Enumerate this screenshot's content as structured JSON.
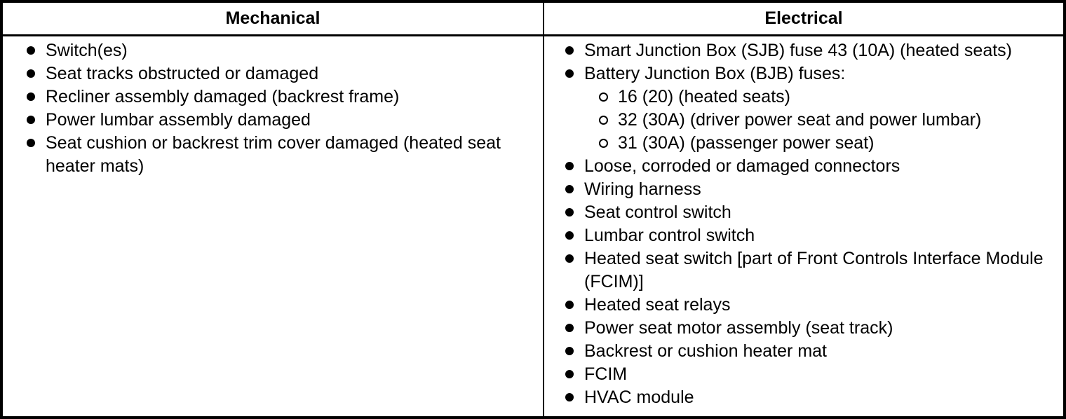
{
  "table": {
    "columns": [
      {
        "header": "Mechanical",
        "items": [
          {
            "text": "Switch(es)"
          },
          {
            "text": "Seat tracks obstructed or damaged"
          },
          {
            "text": "Recliner assembly damaged (backrest frame)"
          },
          {
            "text": "Power lumbar assembly damaged"
          },
          {
            "text": "Seat cushion or backrest trim cover damaged (heated seat heater mats)"
          }
        ]
      },
      {
        "header": "Electrical",
        "items": [
          {
            "text": "Smart Junction Box (SJB) fuse 43 (10A) (heated seats)"
          },
          {
            "text": "Battery Junction Box (BJB) fuses:",
            "subitems": [
              "16 (20) (heated seats)",
              "32 (30A) (driver power seat and power lumbar)",
              "31 (30A) (passenger power seat)"
            ]
          },
          {
            "text": "Loose, corroded or damaged connectors"
          },
          {
            "text": "Wiring harness"
          },
          {
            "text": "Seat control switch"
          },
          {
            "text": "Lumbar control switch"
          },
          {
            "text": "Heated seat switch [part of Front Controls Interface Module (FCIM)]"
          },
          {
            "text": "Heated seat relays"
          },
          {
            "text": "Power seat motor assembly (seat track)"
          },
          {
            "text": "Backrest or cushion heater mat"
          },
          {
            "text": "FCIM"
          },
          {
            "text": "HVAC module"
          }
        ]
      }
    ]
  },
  "colors": {
    "border": "#000000",
    "text": "#000000",
    "background": "#ffffff"
  }
}
